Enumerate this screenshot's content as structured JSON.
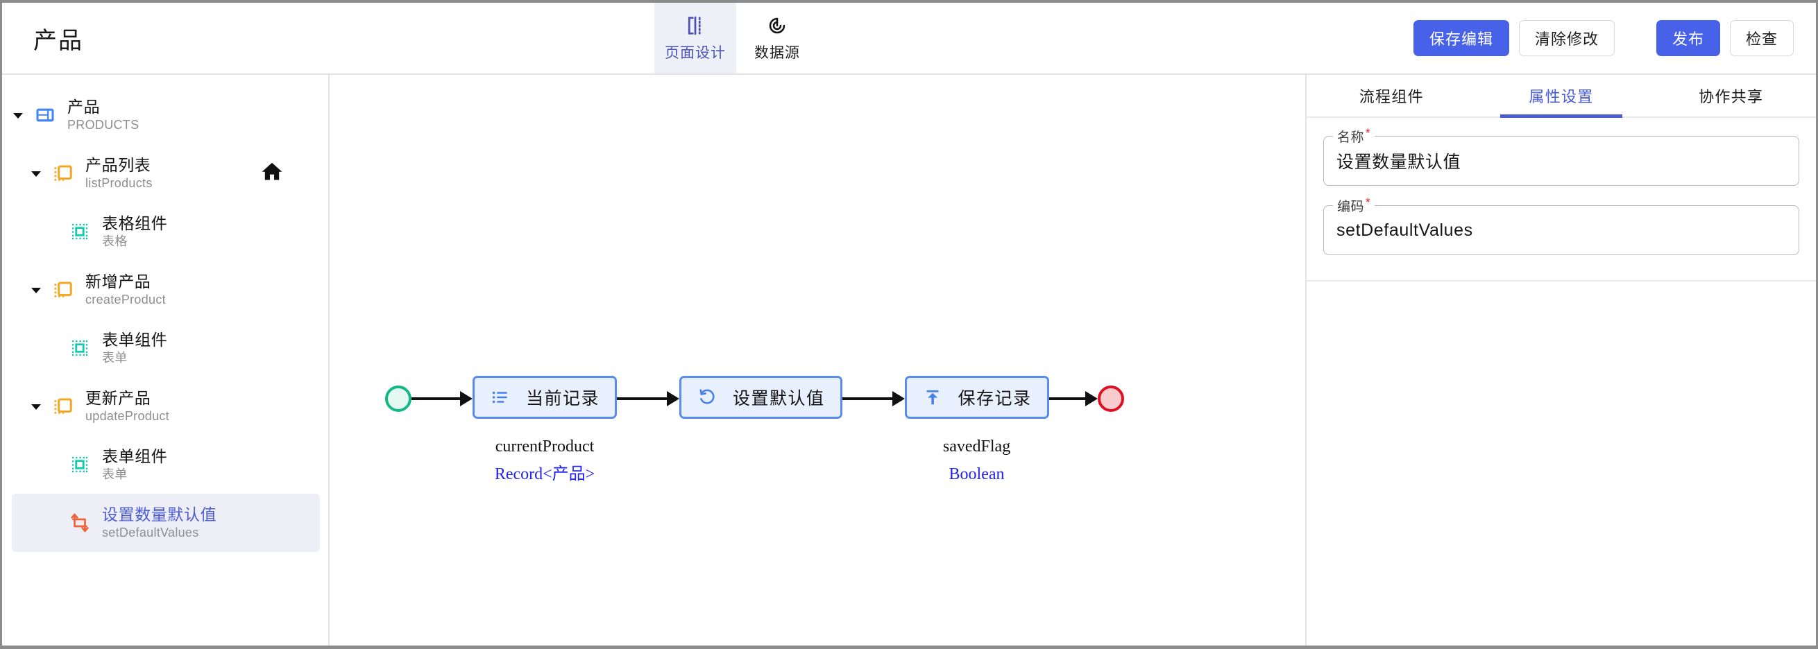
{
  "header": {
    "title": "产品",
    "tabs": [
      {
        "label": "页面设计",
        "icon": "page-design-icon",
        "active": true
      },
      {
        "label": "数据源",
        "icon": "data-source-icon",
        "active": false
      }
    ],
    "actions": [
      {
        "label": "保存编辑",
        "style": "primary"
      },
      {
        "label": "清除修改",
        "style": "ghost"
      },
      {
        "label": "发布",
        "style": "primary"
      },
      {
        "label": "检查",
        "style": "ghost"
      }
    ]
  },
  "sidebar": {
    "items": [
      {
        "name": "产品",
        "code": "PRODUCTS",
        "level": 0,
        "icon": "layout-icon",
        "caret": "down",
        "selected": false,
        "home": false
      },
      {
        "name": "产品列表",
        "code": "listProducts",
        "level": 1,
        "icon": "page-icon",
        "caret": "down",
        "selected": false,
        "home": true
      },
      {
        "name": "表格组件",
        "code": "表格",
        "level": 2,
        "icon": "component-icon",
        "caret": "none",
        "selected": false,
        "home": false
      },
      {
        "name": "新增产品",
        "code": "createProduct",
        "level": 1,
        "icon": "page-icon",
        "caret": "down",
        "selected": false,
        "home": false
      },
      {
        "name": "表单组件",
        "code": "表单",
        "level": 2,
        "icon": "component-icon",
        "caret": "none",
        "selected": false,
        "home": false
      },
      {
        "name": "更新产品",
        "code": "updateProduct",
        "level": 1,
        "icon": "page-icon",
        "caret": "down",
        "selected": false,
        "home": false
      },
      {
        "name": "表单组件",
        "code": "表单",
        "level": 2,
        "icon": "component-icon",
        "caret": "none",
        "selected": false,
        "home": false
      },
      {
        "name": "设置数量默认值",
        "code": "setDefaultValues",
        "level": 2,
        "icon": "flow-icon",
        "caret": "none",
        "selected": true,
        "home": false
      }
    ]
  },
  "canvas": {
    "start_node": "start-circle",
    "end_node": "end-circle",
    "nodes": [
      {
        "label": "当前记录",
        "icon": "list-icon",
        "meta_name": "currentProduct",
        "meta_type": "Record<产品>"
      },
      {
        "label": "设置默认值",
        "icon": "rotate-ccw-icon",
        "meta_name": "",
        "meta_type": ""
      },
      {
        "label": "保存记录",
        "icon": "upload-icon",
        "meta_name": "savedFlag",
        "meta_type": "Boolean"
      }
    ]
  },
  "right_panel": {
    "tabs": [
      {
        "label": "流程组件",
        "active": false
      },
      {
        "label": "属性设置",
        "active": true
      },
      {
        "label": "协作共享",
        "active": false
      }
    ],
    "fields": [
      {
        "label": "名称",
        "required": "*",
        "value": "设置数量默认值"
      },
      {
        "label": "编码",
        "required": "*",
        "value": "setDefaultValues"
      }
    ]
  },
  "colors": {
    "accent_blue": "#4762e8",
    "accent_indigo": "#4a5bd6",
    "node_border": "#5a8cf0",
    "node_fill": "#e9f0fd",
    "start_green": "#12b886",
    "end_red": "#dd1122",
    "tree_orange": "#f5a623",
    "tree_teal": "#14c7b0",
    "flow_orange": "#f0643c",
    "type_blue": "#2222ee"
  }
}
